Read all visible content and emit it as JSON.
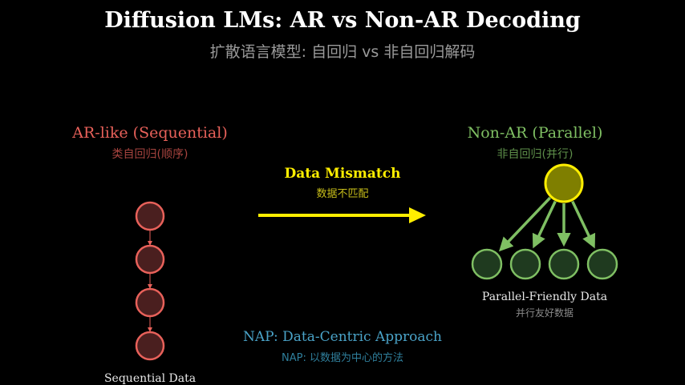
{
  "title": "Diffusion LMs: AR vs Non-AR Decoding",
  "subtitle": "扩散语言模型: 自回归 vs 非自回归解码",
  "ar": {
    "heading": "AR-like (Sequential)",
    "sub": "类自回归(顺序)",
    "node_count": 4,
    "data_label": "Sequential Data"
  },
  "nonar": {
    "heading": "Non-AR (Parallel)",
    "sub": "非自回归(并行)",
    "child_count": 4,
    "data_label": "Parallel-Friendly Data",
    "data_sub": "并行友好数据"
  },
  "mismatch": {
    "label": "Data Mismatch",
    "sub": "数据不匹配"
  },
  "nap": {
    "label": "NAP: Data-Centric Approach",
    "sub": "NAP: 以数据为中心的方法"
  },
  "colors": {
    "ar_node_fill": "#4a1f1f",
    "ar_node_stroke": "#e8615a",
    "root_fill": "#7f7f00",
    "root_stroke": "#ffee00",
    "child_fill": "#1f3a1f",
    "child_stroke": "#7fbf63",
    "mismatch_arrow": "#ffee00"
  }
}
